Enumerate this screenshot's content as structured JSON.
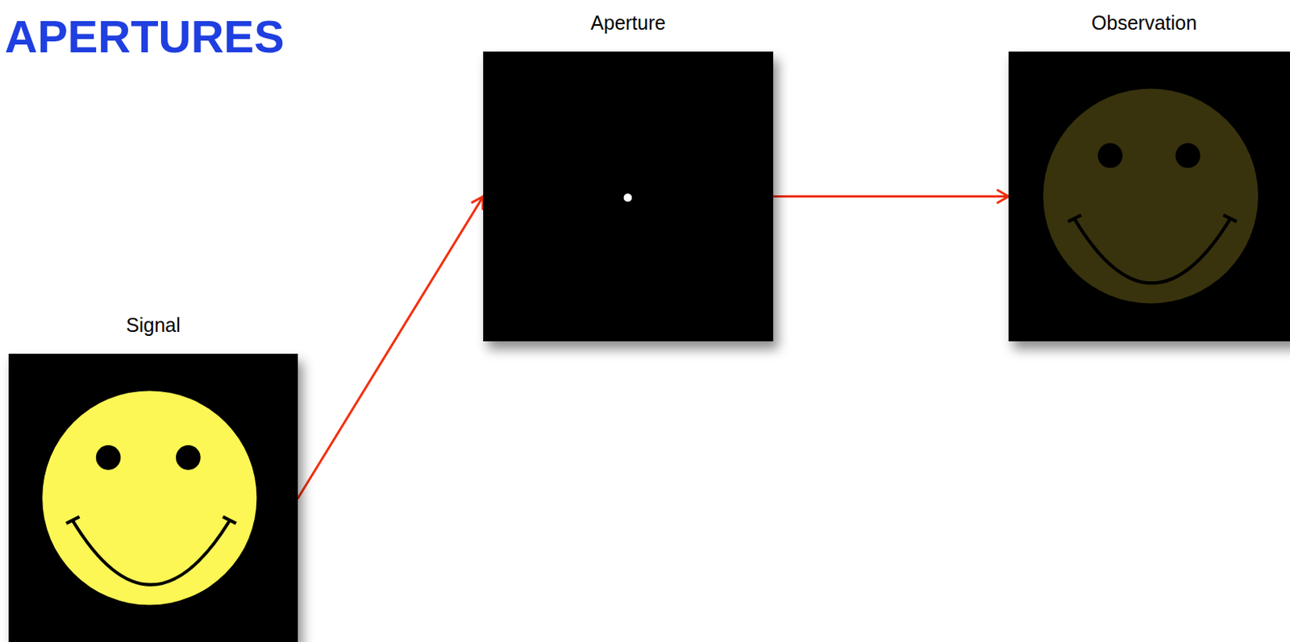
{
  "diagram": {
    "title": "APERTURES",
    "nodes": [
      {
        "text": [
          "Signal"
        ]
      },
      {
        "text": [
          "Aperture"
        ]
      },
      {
        "text": [
          "Observation"
        ]
      }
    ],
    "edges": [
      {
        "from": 0,
        "to": 1,
        "arrow": "to"
      },
      {
        "from": 1,
        "to": 2,
        "arrow": "to"
      }
    ]
  }
}
